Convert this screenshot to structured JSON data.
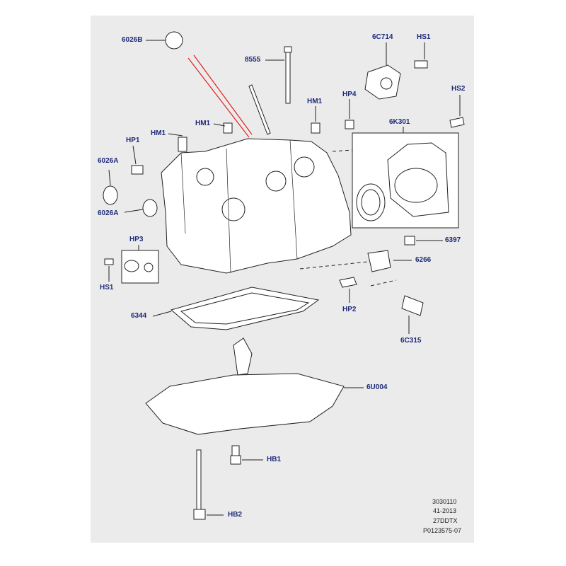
{
  "diagram": {
    "callouts": {
      "c6026B": "6026B",
      "c8555": "8555",
      "c6C714": "6C714",
      "cHS1_top": "HS1",
      "cHP4": "HP4",
      "cHS2": "HS2",
      "cHM1_a": "HM1",
      "cHM1_b": "HM1",
      "cHM1_c": "HM1",
      "cHP1": "HP1",
      "c6K301": "6K301",
      "c6026A_a": "6026A",
      "c6026A_b": "6026A",
      "cHP3": "HP3",
      "c6397": "6397",
      "cHS1_left": "HS1",
      "c6266": "6266",
      "cHP2": "HP2",
      "c6344": "6344",
      "c6C315": "6C315",
      "c6U004": "6U004",
      "cHB1": "HB1",
      "cHB2": "HB2"
    },
    "footer": {
      "line1": "3030110",
      "line2": "41-2013",
      "line3": "27DDTX",
      "line4": "P0123575-07"
    },
    "colors": {
      "background": "#ebebeb",
      "label": "#1f2a7a",
      "linework": "#222222",
      "highlight": "#e02020"
    }
  }
}
